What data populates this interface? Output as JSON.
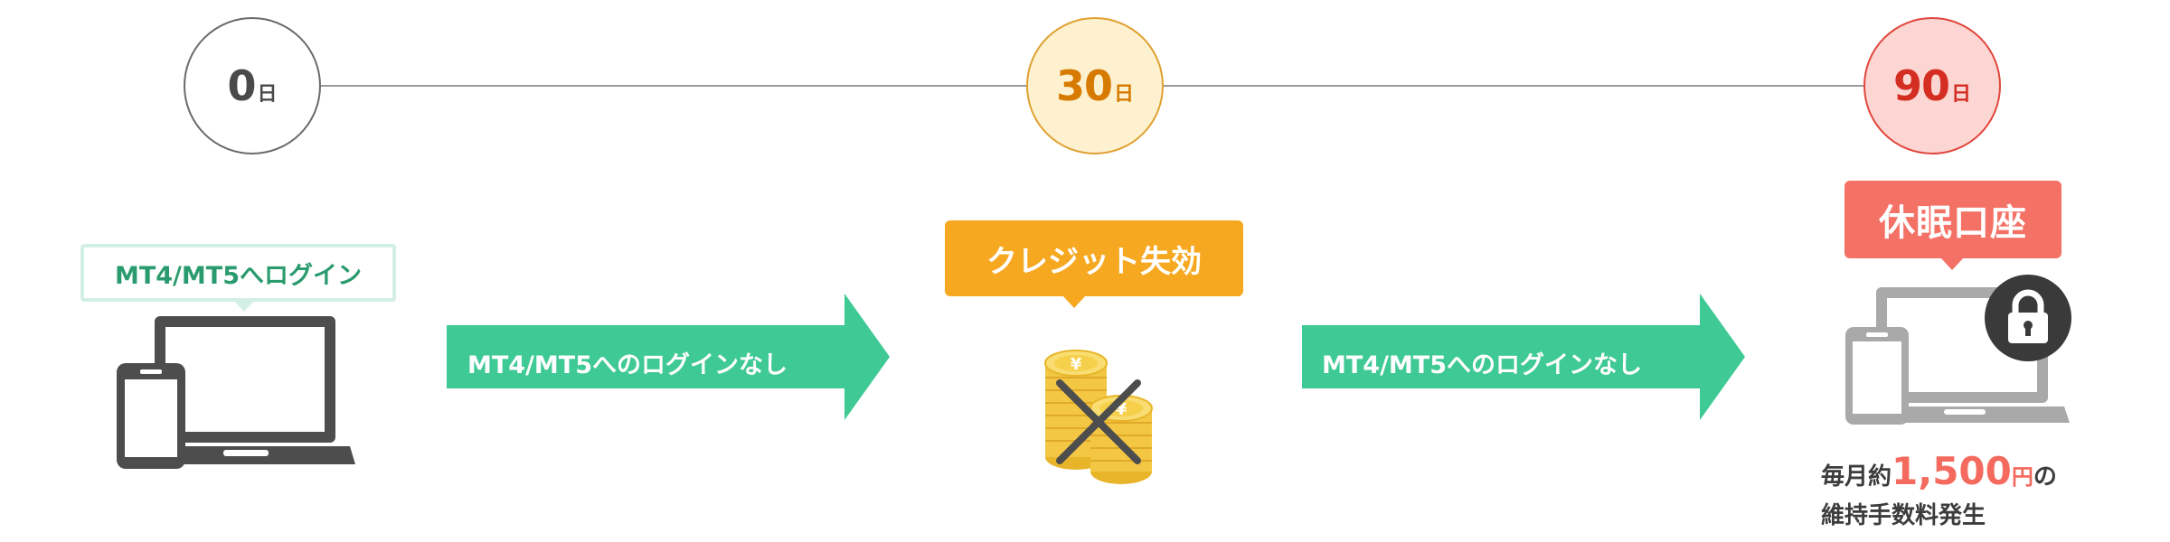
{
  "timeline": {
    "day0": {
      "number": "0",
      "unit": "日"
    },
    "day30": {
      "number": "30",
      "unit": "日"
    },
    "day90": {
      "number": "90",
      "unit": "日"
    }
  },
  "stage0": {
    "bubble_label": "MT4/MT5へログイン",
    "icon": "devices-icon"
  },
  "arrow1": {
    "label": "MT4/MT5へのログインなし"
  },
  "stage30": {
    "bubble_label": "クレジット失効",
    "icon": "crossed-coins-icon"
  },
  "arrow2": {
    "label": "MT4/MT5へのログインなし"
  },
  "stage90": {
    "bubble_label": "休眠口座",
    "icon": "locked-devices-icon",
    "fee_prefix": "毎月約",
    "fee_amount": "1,500",
    "fee_unit": "円",
    "fee_suffix": "の",
    "fee_line2": "維持手数料発生"
  },
  "colors": {
    "green": "#3ec995",
    "orange": "#f6a821",
    "red": "#f47166",
    "gray": "#4d4d4d",
    "lightgray": "#a9a9a9"
  }
}
